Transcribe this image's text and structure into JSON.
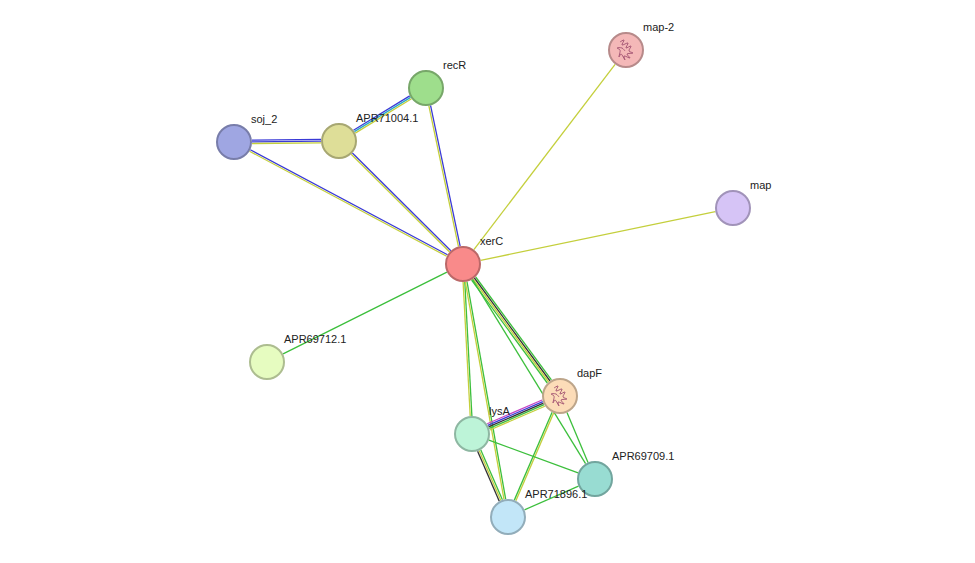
{
  "diagram": {
    "nodes": [
      {
        "text": [
          "map-2"
        ]
      },
      {
        "text": [
          "recR"
        ]
      },
      {
        "text": [
          "APR71004.1"
        ]
      },
      {
        "text": [
          "soj_2"
        ]
      },
      {
        "text": [
          "map"
        ]
      },
      {
        "text": [
          "xerC"
        ]
      },
      {
        "text": [
          "APR69712.1"
        ]
      },
      {
        "text": [
          "dapF"
        ]
      },
      {
        "text": [
          "lysA"
        ]
      },
      {
        "text": [
          "APR69709.1"
        ]
      },
      {
        "text": [
          "APR71896.1"
        ]
      }
    ],
    "edges": [
      {
        "from": 3,
        "to": 2,
        "arrow": "none"
      },
      {
        "from": 2,
        "to": 1,
        "arrow": "none"
      },
      {
        "from": 3,
        "to": 5,
        "arrow": "none"
      },
      {
        "from": 2,
        "to": 5,
        "arrow": "none"
      },
      {
        "from": 1,
        "to": 5,
        "arrow": "none"
      },
      {
        "from": 5,
        "to": 0,
        "arrow": "none"
      },
      {
        "from": 5,
        "to": 4,
        "arrow": "none"
      },
      {
        "from": 5,
        "to": 6,
        "arrow": "none"
      },
      {
        "from": 5,
        "to": 7,
        "arrow": "none"
      },
      {
        "from": 5,
        "to": 8,
        "arrow": "none"
      },
      {
        "from": 5,
        "to": 10,
        "arrow": "none"
      },
      {
        "from": 5,
        "to": 9,
        "arrow": "none"
      },
      {
        "from": 7,
        "to": 8,
        "arrow": "none"
      },
      {
        "from": 7,
        "to": 9,
        "arrow": "none"
      },
      {
        "from": 7,
        "to": 10,
        "arrow": "none"
      },
      {
        "from": 8,
        "to": 9,
        "arrow": "none"
      },
      {
        "from": 8,
        "to": 10,
        "arrow": "none"
      },
      {
        "from": 10,
        "to": 9,
        "arrow": "none"
      }
    ]
  }
}
